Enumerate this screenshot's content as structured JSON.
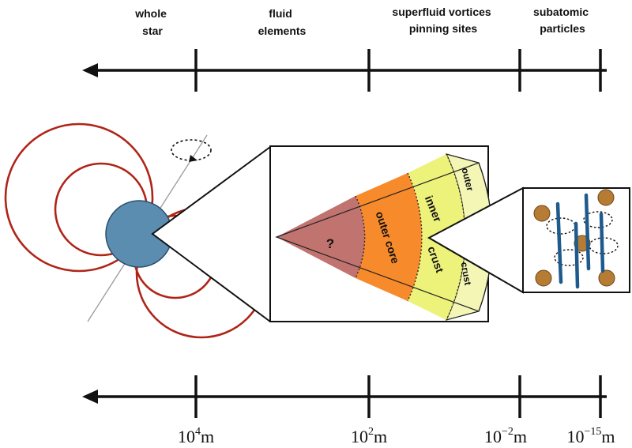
{
  "scale_labels": {
    "whole_star": [
      "whole",
      "star"
    ],
    "fluid_elements": [
      "fluid",
      "elements"
    ],
    "vortices": [
      "superfluid vortices",
      "pinning sites"
    ],
    "subatomic": [
      "subatomic",
      "particles"
    ]
  },
  "ticks": {
    "t1": {
      "base": "10",
      "exp": "4",
      "unit": "m"
    },
    "t2": {
      "base": "10",
      "exp": "2",
      "unit": "m"
    },
    "t3": {
      "base": "10",
      "exp": "−2",
      "unit": "m"
    },
    "t4": {
      "base": "10",
      "exp": "−15",
      "unit": "m"
    }
  },
  "layers": {
    "unknown": "?",
    "outer_core": "outer core",
    "inner_crust_a": "inner",
    "inner_crust_b": "crust",
    "outer_crust_a": "outer",
    "outer_crust_b": "crust"
  },
  "colors": {
    "field_lines": "#b02418",
    "star": "#5b8db1",
    "unknown_region": "#c0736f",
    "outer_core": "#f78a2b",
    "inner_crust": "#ecf27a",
    "outer_crust": "#f3f6b5",
    "vortex": "#1f5a8c",
    "nucleus": "#b77c34"
  }
}
